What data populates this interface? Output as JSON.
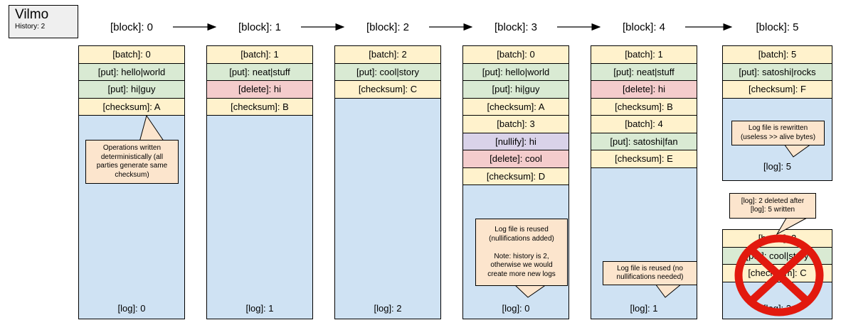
{
  "app": {
    "name": "Vilmo",
    "history": "History: 2"
  },
  "header": {
    "block_labels": [
      "[block]: 0",
      "[block]: 1",
      "[block]: 2",
      "[block]: 3",
      "[block]: 4",
      "[block]: 5"
    ]
  },
  "blocks": [
    {
      "label": "[block]: 0",
      "rows": [
        {
          "kind": "batch",
          "text": "[batch]: 0"
        },
        {
          "kind": "put",
          "text": "[put]: hello|world"
        },
        {
          "kind": "put",
          "text": "[put]: hi|guy"
        },
        {
          "kind": "checksum",
          "text": "[checksum]: A"
        }
      ],
      "log": "[log]: 0"
    },
    {
      "label": "[block]: 1",
      "rows": [
        {
          "kind": "batch",
          "text": "[batch]: 1"
        },
        {
          "kind": "put",
          "text": "[put]: neat|stuff"
        },
        {
          "kind": "delete",
          "text": "[delete]: hi"
        },
        {
          "kind": "checksum",
          "text": "[checksum]: B"
        }
      ],
      "log": "[log]: 1"
    },
    {
      "label": "[block]: 2",
      "rows": [
        {
          "kind": "batch",
          "text": "[batch]: 2"
        },
        {
          "kind": "put",
          "text": "[put]: cool|story"
        },
        {
          "kind": "checksum",
          "text": "[checksum]: C"
        }
      ],
      "log": "[log]: 2"
    },
    {
      "label": "[block]: 3",
      "rows": [
        {
          "kind": "batch",
          "text": "[batch]: 0"
        },
        {
          "kind": "put",
          "text": "[put]: hello|world"
        },
        {
          "kind": "put",
          "text": "[put]: hi|guy"
        },
        {
          "kind": "checksum",
          "text": "[checksum]: A"
        },
        {
          "kind": "batch",
          "text": "[batch]: 3"
        },
        {
          "kind": "nullify",
          "text": "[nullify]: hi"
        },
        {
          "kind": "delete",
          "text": "[delete]: cool"
        },
        {
          "kind": "checksum",
          "text": "[checksum]: D"
        }
      ],
      "log": "[log]: 0"
    },
    {
      "label": "[block]: 4",
      "rows": [
        {
          "kind": "batch",
          "text": "[batch]: 1"
        },
        {
          "kind": "put",
          "text": "[put]: neat|stuff"
        },
        {
          "kind": "delete",
          "text": "[delete]: hi"
        },
        {
          "kind": "checksum",
          "text": "[checksum]: B"
        },
        {
          "kind": "batch",
          "text": "[batch]: 4"
        },
        {
          "kind": "put",
          "text": "[put]: satoshi|fan"
        },
        {
          "kind": "checksum",
          "text": "[checksum]: E"
        }
      ],
      "log": "[log]: 1"
    },
    {
      "label": "[block]: 5",
      "rows": [
        {
          "kind": "batch",
          "text": "[batch]: 5"
        },
        {
          "kind": "put",
          "text": "[put]: satoshi|rocks"
        },
        {
          "kind": "checksum",
          "text": "[checksum]: F"
        }
      ],
      "log": "[log]: 5"
    }
  ],
  "deleted_block": {
    "rows": [
      {
        "kind": "batch",
        "text": "[batch]: 2"
      },
      {
        "kind": "put",
        "text": "[put]: cool|story"
      },
      {
        "kind": "checksum",
        "text": "[checksum]: C"
      }
    ],
    "log": "[log]: 2"
  },
  "notes": {
    "operations": "Operations written\ndeterministically (all\nparties generate same\nchecksum)",
    "reuse_nullifications": "Log file is reused\n(nullifications added)\n\nNote: history is 2,\notherwise we would\ncreate more new logs",
    "reuse_plain": "Log file is reused (no\nnullifications needed)",
    "rewritten": "Log file is rewritten\n(useless >> alive bytes)",
    "deleted_after": "[log]: 2 deleted after\n[log]: 5 written"
  },
  "colors": {
    "batch_row": "#fff2cc",
    "put_row": "#d9ead3",
    "delete_row": "#f4cccc",
    "nullify_row": "#d9d2e9",
    "checksum_row": "#fff2cc",
    "log_area": "#cfe2f3",
    "note_bubble": "#fce5cd",
    "legend_box": "#efefef",
    "prohibited_mark": "#e2190e",
    "border": "#000000"
  }
}
